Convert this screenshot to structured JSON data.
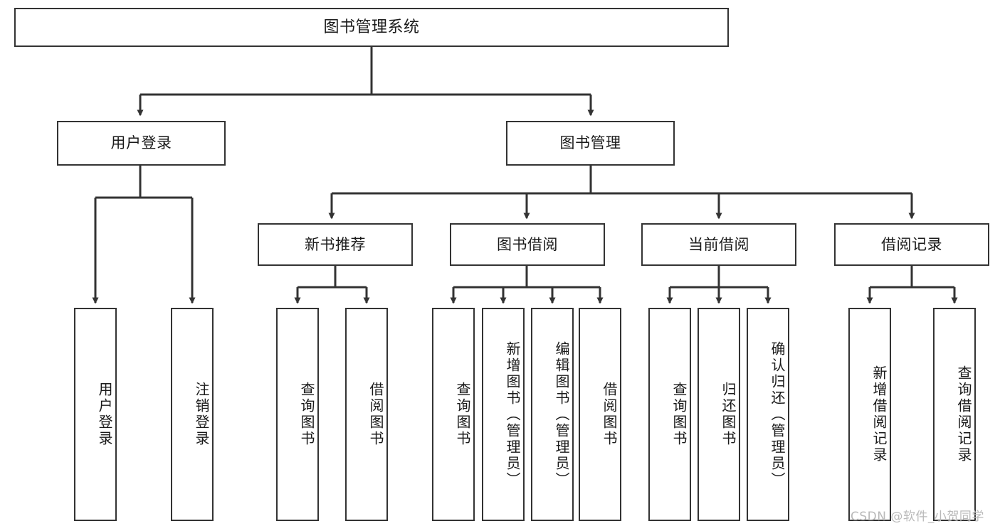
{
  "diagram": {
    "title": "图书管理系统",
    "type": "tree-hierarchy-chart",
    "line_color": "#333333",
    "box_fill": "#ffffff",
    "text_color": "#1a1a1a"
  },
  "watermark": {
    "text": "CSDN @软件_小贺同学",
    "color": "#b9b9b9"
  },
  "nodes": {
    "root": {
      "label": "图书管理系统"
    },
    "level2": [
      {
        "label": "用户登录"
      },
      {
        "label": "图书管理"
      }
    ],
    "level3": [
      {
        "label": "新书推荐"
      },
      {
        "label": "图书借阅"
      },
      {
        "label": "当前借阅"
      },
      {
        "label": "借阅记录"
      }
    ],
    "leaves": {
      "user_login": [
        {
          "label": "用户登录"
        },
        {
          "label": "注销登录"
        }
      ],
      "new_book_recommend": [
        {
          "label": "查询图书"
        },
        {
          "label": "借阅图书"
        }
      ],
      "book_borrow": [
        {
          "label": "查询图书"
        },
        {
          "label": "新增图书（管理员）"
        },
        {
          "label": "编辑图书（管理员）"
        },
        {
          "label": "借阅图书"
        }
      ],
      "current_borrow": [
        {
          "label": "查询图书"
        },
        {
          "label": "归还图书"
        },
        {
          "label": "确认归还（管理员）"
        }
      ],
      "borrow_record": [
        {
          "label": "新增借阅记录"
        },
        {
          "label": "查询借阅记录"
        }
      ]
    }
  }
}
